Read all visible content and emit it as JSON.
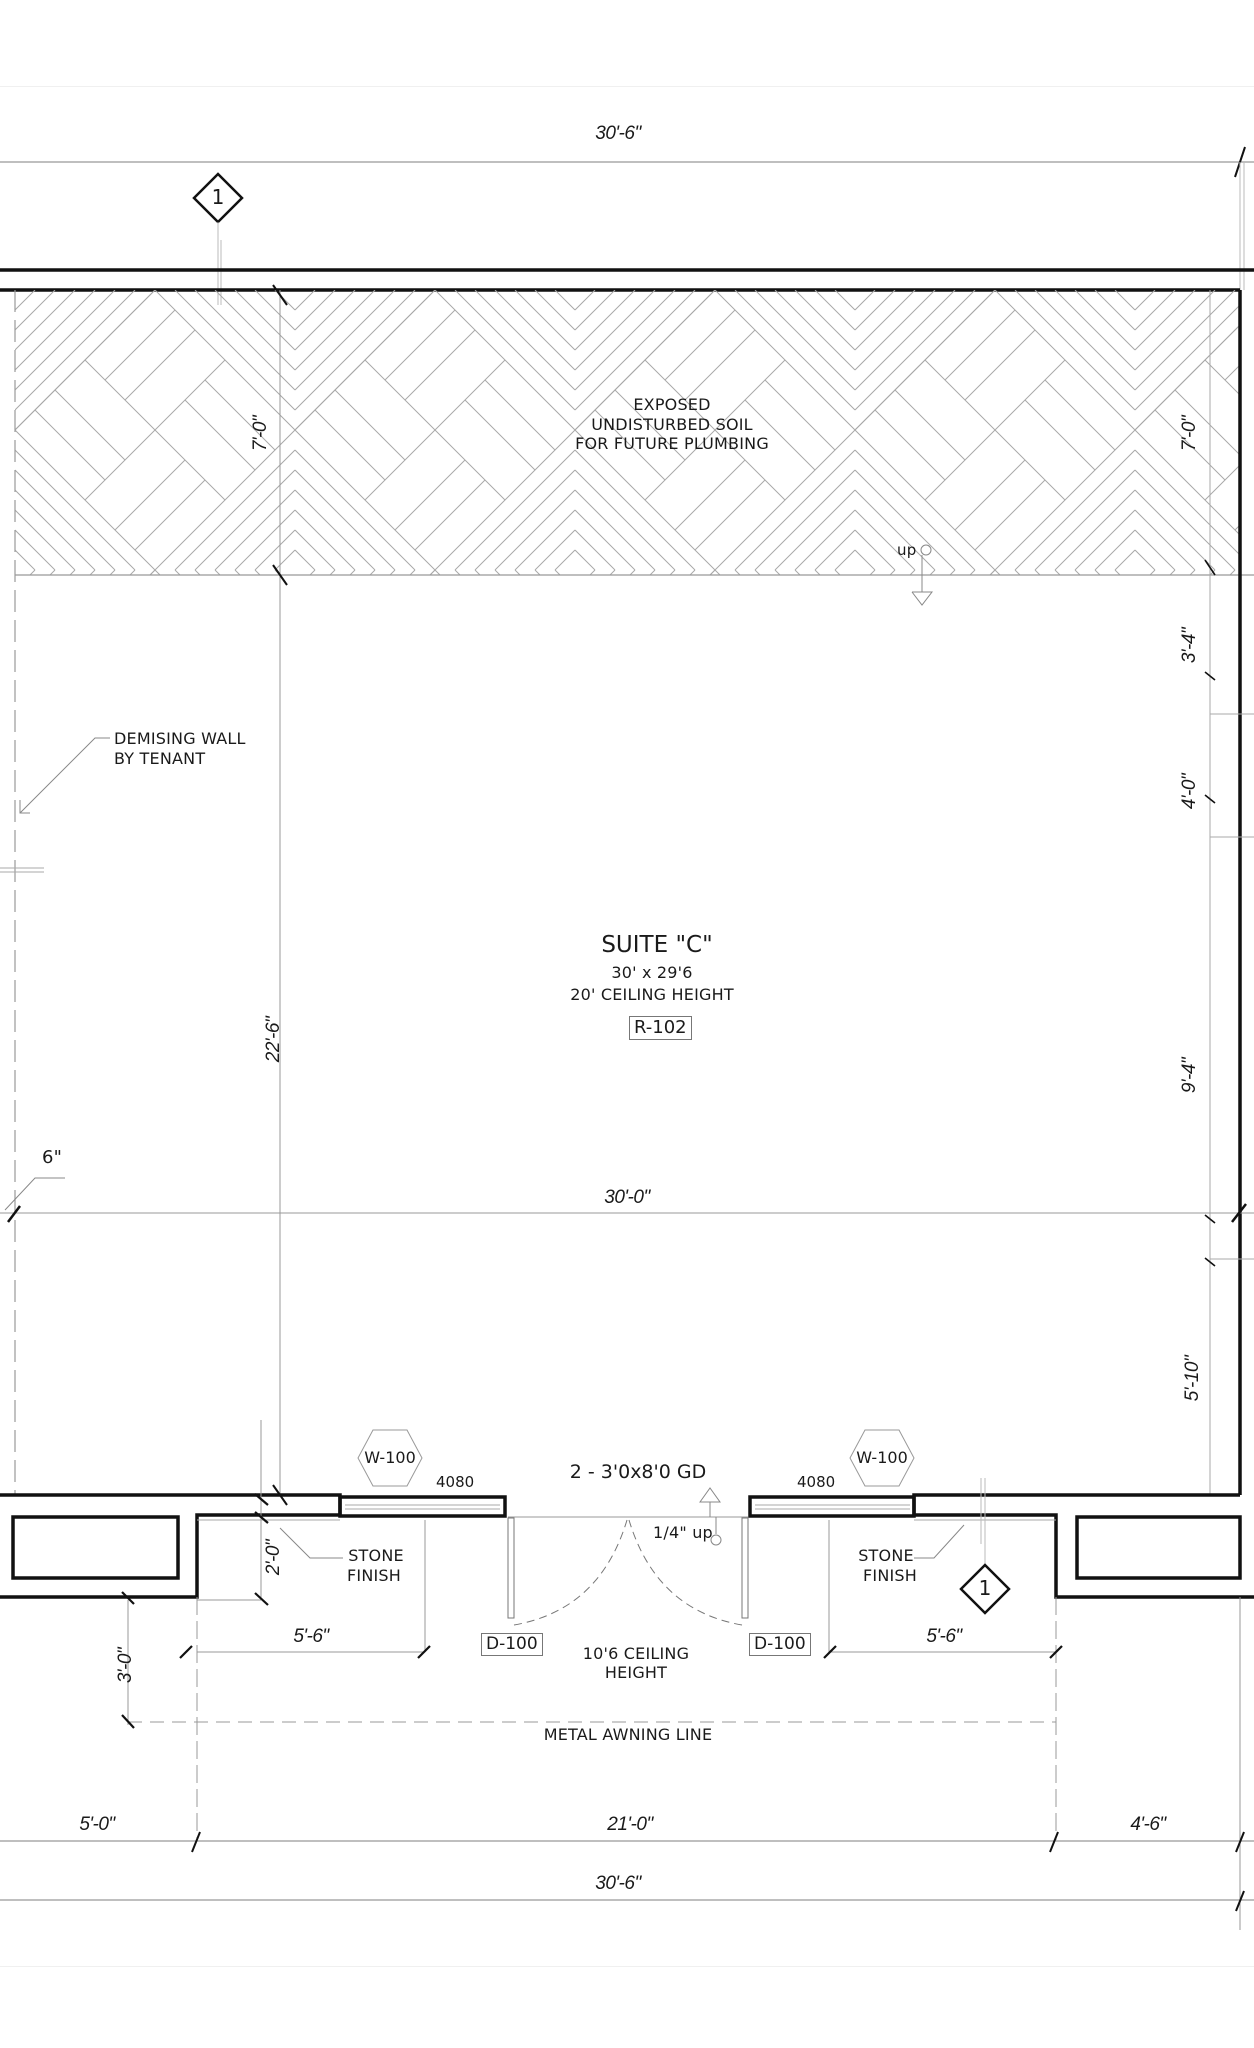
{
  "drawing": {
    "type": "floor-plan",
    "title_block": null,
    "room": {
      "name": "SUITE \"C\"",
      "size": "30' x 29'6",
      "ceiling": "20' CEILING HEIGHT",
      "tag": "R-102"
    },
    "soil_note": {
      "line1": "EXPOSED",
      "line2": "UNDISTURBED SOIL",
      "line3": "FOR FUTURE PLUMBING"
    },
    "demising_note": {
      "line1": "DEMISING WALL",
      "line2": "BY TENANT"
    },
    "stone_finish_left": {
      "line1": "STONE",
      "line2": "FINISH"
    },
    "stone_finish_right": {
      "line1": "STONE",
      "line2": "FINISH"
    },
    "up_label_top": "up",
    "up_label_entry": "1/4\" up",
    "door_callout": "2 - 3'0x8'0 GD",
    "entry_ceiling": {
      "line1": "10'6 CEILING",
      "line2": "HEIGHT"
    },
    "awning_note": "METAL AWNING LINE",
    "section_markers": [
      {
        "id": "section-top",
        "label": "1"
      },
      {
        "id": "section-bottom",
        "label": "1"
      }
    ],
    "window_tags": [
      {
        "tag": "W-100",
        "size": "4080"
      },
      {
        "tag": "W-100",
        "size": "4080"
      }
    ],
    "door_tags": [
      "D-100",
      "D-100"
    ],
    "dimensions": {
      "top_overall": "30'-6\"",
      "left_soil_depth": "7'-0\"",
      "right_soil_depth": "7'-0\"",
      "left_main": "22'-6\"",
      "interior_width": "30'-0\"",
      "wall_offset": "6\"",
      "right_segments": [
        "3'-4\"",
        "4'-0\"",
        "9'-4\"",
        "5'-10\""
      ],
      "storefront_depth": "2'-0\"",
      "awning_depth": "3'-0\"",
      "left_window": "5'-6\"",
      "right_window": "5'-6\"",
      "bottom_segments": [
        "5'-0\"",
        "21'-0\"",
        "4'-6\""
      ],
      "bottom_overall": "30'-6\""
    },
    "colors": {
      "wall": "#111111",
      "line": "#999999",
      "hatch": "#a8a8a8",
      "text": "#1a1a1a"
    }
  }
}
